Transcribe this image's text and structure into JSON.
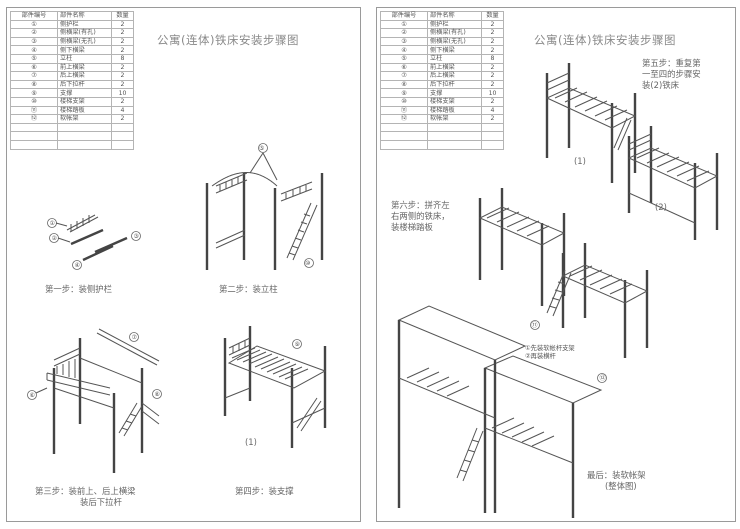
{
  "title": "公寓(连体)铁床安装步骤图",
  "parts_table": {
    "headers": [
      "部件编号",
      "部件名称",
      "数量"
    ],
    "rows": [
      [
        "①",
        "侧护栏",
        "2"
      ],
      [
        "②",
        "侧横梁(有孔)",
        "2"
      ],
      [
        "③",
        "侧横梁(无孔)",
        "2"
      ],
      [
        "④",
        "侧下横梁",
        "2"
      ],
      [
        "⑤",
        "立柱",
        "8"
      ],
      [
        "⑥",
        "前上横梁",
        "2"
      ],
      [
        "⑦",
        "后上横梁",
        "2"
      ],
      [
        "⑧",
        "后下拉杆",
        "2"
      ],
      [
        "⑨",
        "支撑",
        "10"
      ],
      [
        "⑩",
        "楼梯支架",
        "2"
      ],
      [
        "⑪",
        "楼梯踏板",
        "4"
      ],
      [
        "⑫",
        "软帐架",
        "2"
      ]
    ]
  },
  "steps": {
    "step1": "第一步：装侧护栏",
    "step2": "第二步：装立柱",
    "step3_line1": "第三步：装前上、后上横梁",
    "step3_line2": "装后下拉杆",
    "step4": "第四步：装支撑",
    "step5_line1": "第五步：重复第",
    "step5_line2": "一至四的步骤安",
    "step5_line3": "装(2)铁床",
    "step6_line1": "第六步：拼齐左",
    "step6_line2": "右两侧的铁床，",
    "step6_line3": "装楼梯踏板",
    "final_line1": "最后：装软帐架",
    "final_line2": "(整体图)"
  },
  "labels": {
    "bed1": "(1)",
    "bed2": "(2)",
    "note1": "①先装软帐杆支架",
    "note2": "②再装横杆"
  },
  "callouts": {
    "c1": "①",
    "c2": "②",
    "c3": "③",
    "c4": "④",
    "c5": "⑤",
    "c6": "⑥",
    "c7": "⑦",
    "c8": "⑧",
    "c9": "⑨",
    "c10": "⑩",
    "c11": "⑪",
    "c12": "⑫"
  }
}
